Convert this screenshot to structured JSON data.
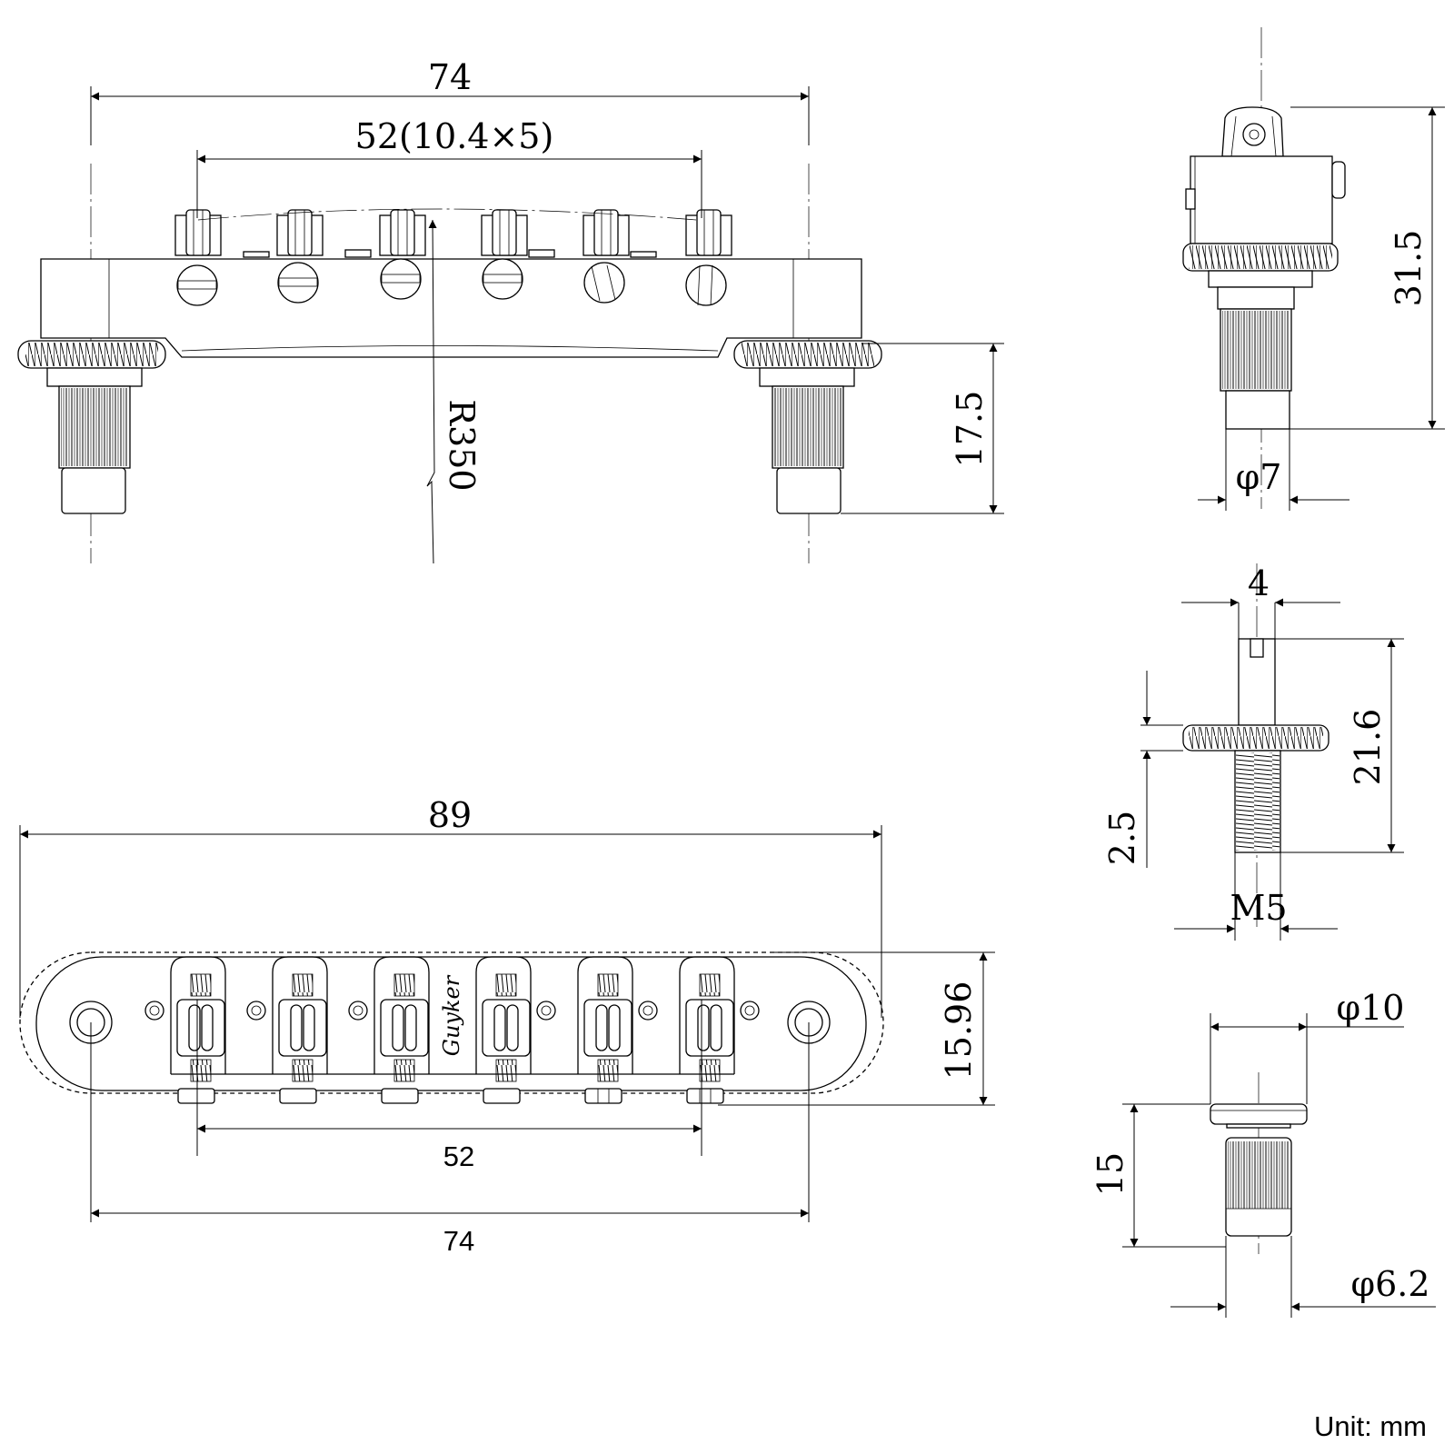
{
  "diagram": {
    "unit_note": "Unit: mm",
    "front_view": {
      "overall_width": "74",
      "string_spacing": "52(10.4×5)",
      "radius": "R350",
      "height_to_base": "17.5"
    },
    "side_view": {
      "height": "31.5",
      "post_diameter": "φ7"
    },
    "saddle_screw": {
      "head_width": "4",
      "length": "21.6",
      "wheel_thickness": "2.5",
      "thread": "M5"
    },
    "top_view": {
      "overall_length": "89",
      "depth": "15.96",
      "string_spacing": "52",
      "post_spacing": "74",
      "logo_text": "Guyker"
    },
    "anchor_post": {
      "head_diameter": "φ10",
      "length": "15",
      "shank_diameter": "φ6.2"
    }
  }
}
